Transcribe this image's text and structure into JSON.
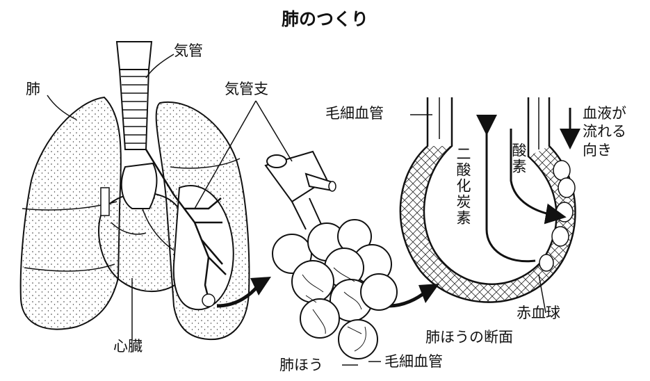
{
  "title": "肺のつくり",
  "labels": {
    "lung": "肺",
    "trachea": "気管",
    "bronchi": "気管支",
    "heart": "心臓",
    "capillary_top": "毛細血管",
    "capillary_bottom": "毛細血管",
    "alveoli": "肺ほう",
    "alveolus_cross_section": "肺ほうの断面",
    "oxygen": "酸素",
    "carbon_dioxide": "二酸化炭素",
    "blood_flow": "血液が流れる向き",
    "red_blood_cell": "赤血球"
  }
}
